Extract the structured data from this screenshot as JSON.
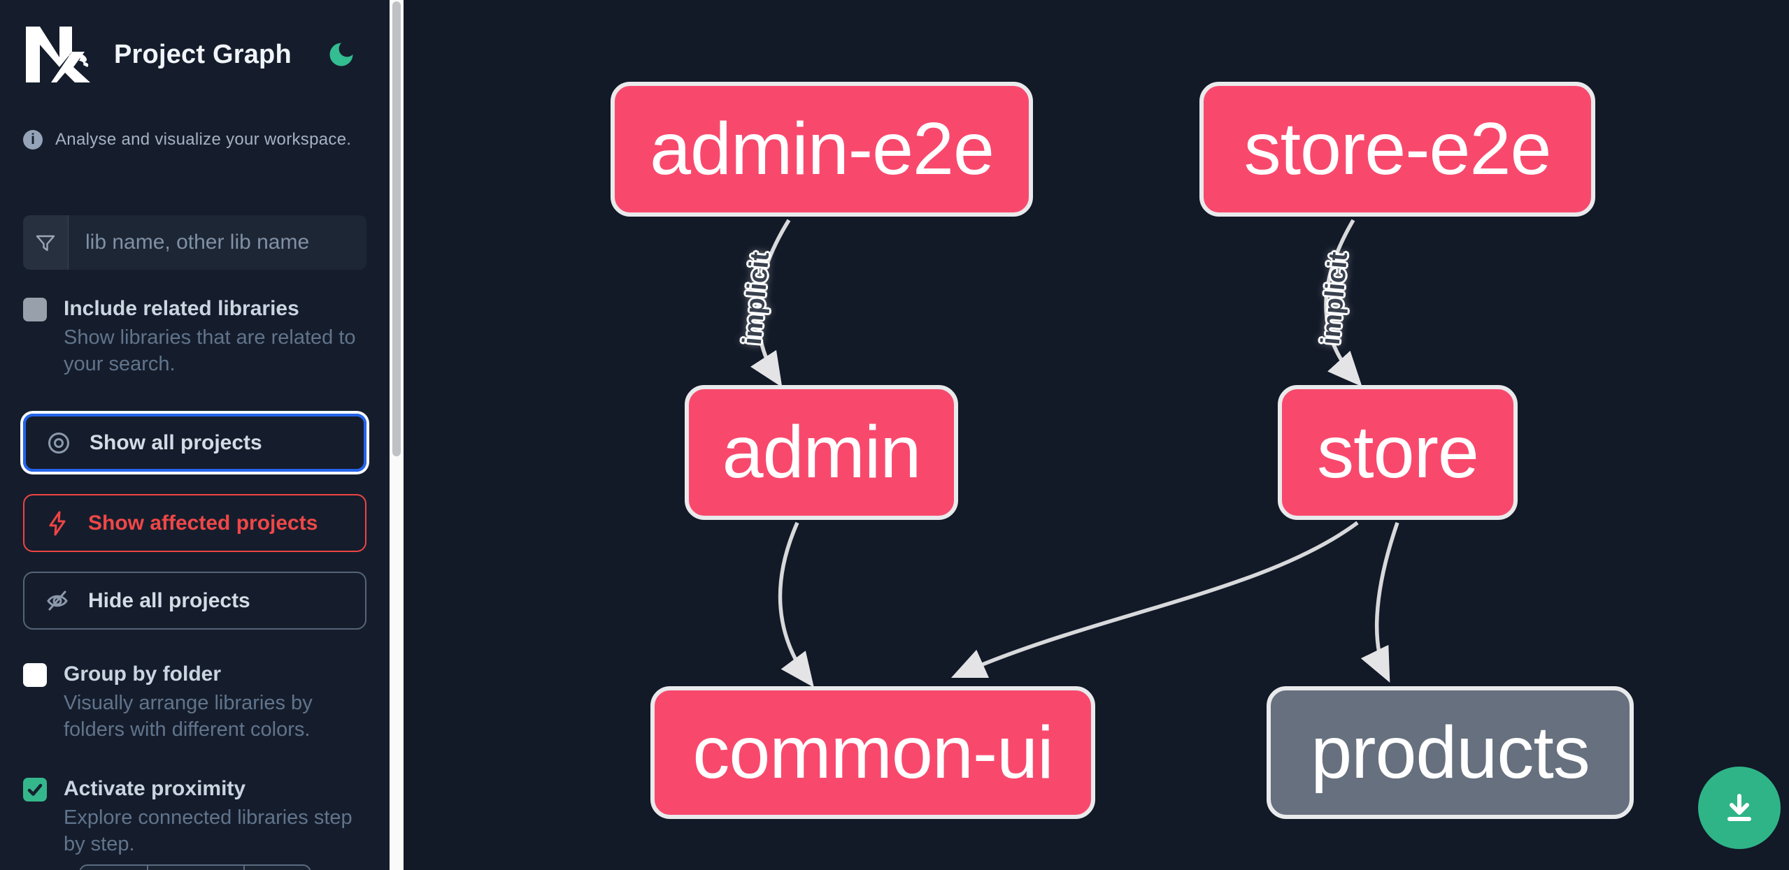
{
  "header": {
    "logo_text": "Nx",
    "title": "Project Graph"
  },
  "sidebar": {
    "tagline": "Analyse and visualize your workspace.",
    "search": {
      "placeholder": "lib name, other lib name",
      "icon": "funnel-icon"
    },
    "toggles": [
      {
        "label": "Include related libraries",
        "description": "Show libraries that are related to your search.",
        "checked": false
      },
      {
        "label": "Group by folder",
        "description": "Visually arrange libraries by folders with different colors.",
        "checked": false
      },
      {
        "label": "Activate proximity",
        "description": "Explore connected libraries step by step.",
        "checked": true
      }
    ],
    "actions": [
      {
        "label": "Show all projects",
        "icon": "eye-icon",
        "state": "focused"
      },
      {
        "label": "Show affected projects",
        "icon": "lightning-icon",
        "state": "affected"
      },
      {
        "label": "Hide all projects",
        "icon": "eye-off-icon",
        "state": "default"
      }
    ]
  },
  "graph": {
    "nodes": [
      {
        "id": "admin-e2e",
        "type": "affected"
      },
      {
        "id": "store-e2e",
        "type": "affected"
      },
      {
        "id": "admin",
        "type": "affected"
      },
      {
        "id": "store",
        "type": "affected"
      },
      {
        "id": "common-ui",
        "type": "affected"
      },
      {
        "id": "products",
        "type": "normal"
      }
    ],
    "edges": [
      {
        "source": "admin-e2e",
        "target": "admin",
        "label": "implicit"
      },
      {
        "source": "store-e2e",
        "target": "store",
        "label": "implicit"
      },
      {
        "source": "admin",
        "target": "common-ui",
        "label": ""
      },
      {
        "source": "store",
        "target": "common-ui",
        "label": ""
      },
      {
        "source": "store",
        "target": "products",
        "label": ""
      }
    ]
  },
  "colors": {
    "affected_node": "#f8496d",
    "normal_node": "#67707e",
    "node_border": "#e9eaec",
    "edge": "#d8d9db",
    "accent_green": "#2fb487",
    "focus_blue": "#2563eb",
    "danger_red": "#ef4444",
    "sidebar_bg": "#151d2c",
    "canvas_bg": "#121927"
  }
}
